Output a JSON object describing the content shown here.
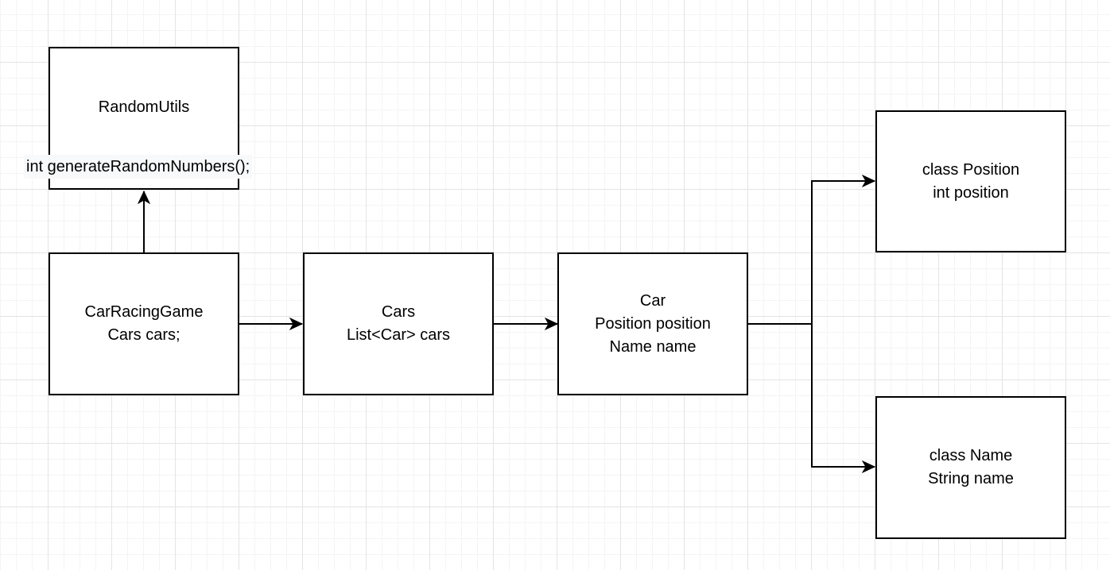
{
  "diagram": {
    "tool": "diagram-canvas",
    "nodes": {
      "randomUtils": {
        "title": "RandomUtils"
      },
      "generateLabel": {
        "text": "int generateRandomNumbers();"
      },
      "carRacingGame": {
        "line1": "CarRacingGame",
        "line2": "Cars cars;"
      },
      "cars": {
        "line1": "Cars",
        "line2": "List<Car> cars"
      },
      "car": {
        "line1": "Car",
        "line2": "Position position",
        "line3": "Name name"
      },
      "position": {
        "line1": "class Position",
        "line2": "int position"
      },
      "name": {
        "line1": "class Name",
        "line2": "String name"
      }
    },
    "edges": [
      {
        "from": "CarRacingGame",
        "to": "RandomUtils",
        "direction": "up"
      },
      {
        "from": "CarRacingGame",
        "to": "Cars",
        "direction": "right"
      },
      {
        "from": "Cars",
        "to": "Car",
        "direction": "right"
      },
      {
        "from": "Car",
        "to": "class Position",
        "direction": "right-up-right"
      },
      {
        "from": "Car",
        "to": "class Name",
        "direction": "right-down-right"
      }
    ],
    "colors": {
      "canvas_bg": "#ffffff",
      "grid_minor": "#f4f4f4",
      "grid_major": "#e4e4e4",
      "node_fill": "#ffffff",
      "stroke": "#000000",
      "label_bg": "#f8f9fa"
    }
  }
}
